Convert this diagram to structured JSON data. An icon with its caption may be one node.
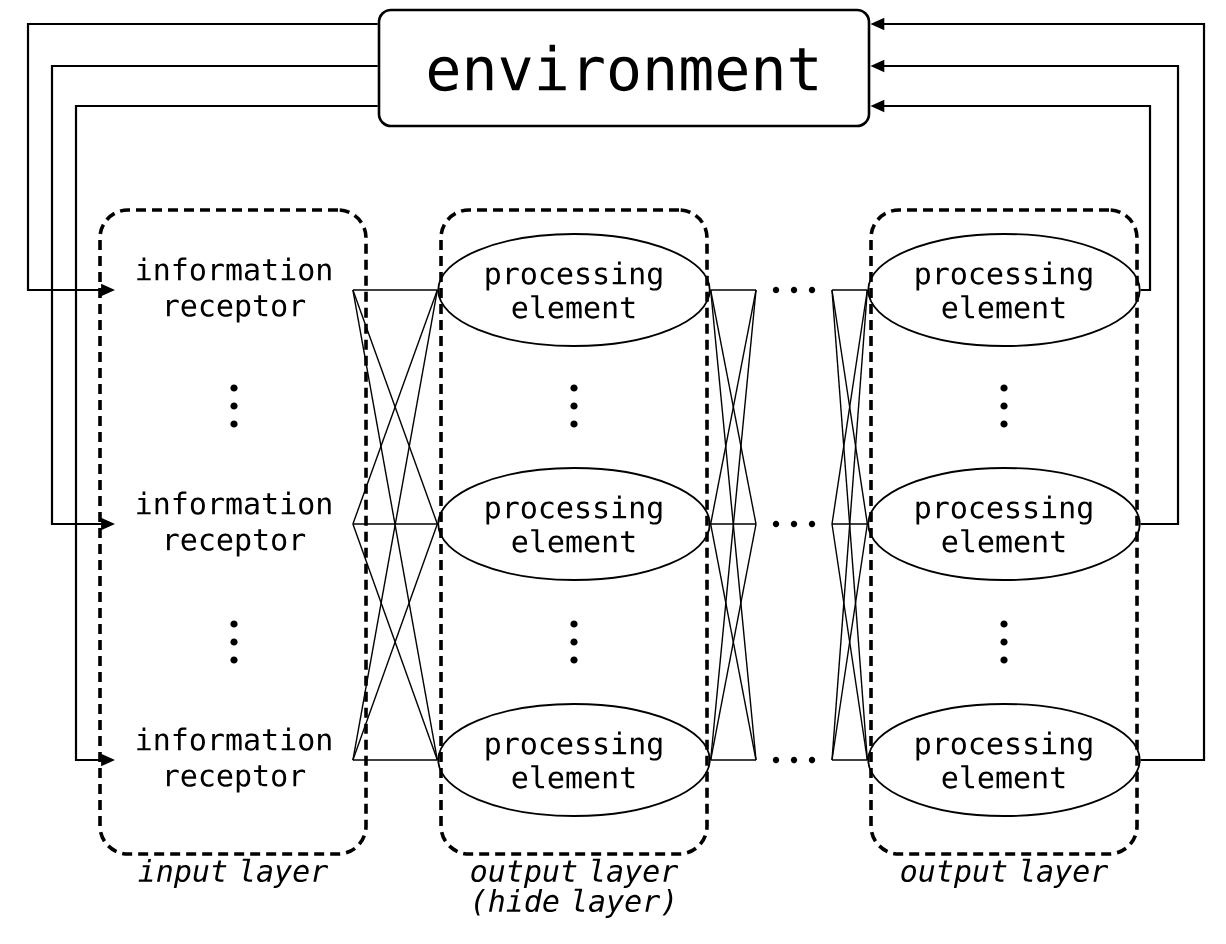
{
  "diagram": {
    "nodes": [
      {
        "text": [
          "environment"
        ]
      },
      {
        "text": [
          "input layer"
        ]
      },
      {
        "text": [
          "information receptor"
        ],
        "in": 1
      },
      {
        "text": [
          "information receptor"
        ],
        "in": 1
      },
      {
        "text": [
          "information receptor"
        ],
        "in": 1
      },
      {
        "text": [
          "output layer (hide layer)"
        ]
      },
      {
        "text": [
          "processing element"
        ],
        "in": 5
      },
      {
        "text": [
          "processing element"
        ],
        "in": 5
      },
      {
        "text": [
          "processing element"
        ],
        "in": 5
      },
      {
        "text": [
          "output layer"
        ]
      },
      {
        "text": [
          "processing element"
        ],
        "in": 9
      },
      {
        "text": [
          "processing element"
        ],
        "in": 9
      },
      {
        "text": [
          "processing element"
        ],
        "in": 9
      }
    ],
    "edges": [
      {
        "from": 0,
        "to": 2,
        "arrow": "to"
      },
      {
        "from": 0,
        "to": 3,
        "arrow": "to"
      },
      {
        "from": 0,
        "to": 4,
        "arrow": "to"
      },
      {
        "from": 2,
        "to": 6,
        "arrow": "none"
      },
      {
        "from": 2,
        "to": 7,
        "arrow": "none"
      },
      {
        "from": 2,
        "to": 8,
        "arrow": "none"
      },
      {
        "from": 3,
        "to": 6,
        "arrow": "none"
      },
      {
        "from": 3,
        "to": 7,
        "arrow": "none"
      },
      {
        "from": 3,
        "to": 8,
        "arrow": "none"
      },
      {
        "from": 4,
        "to": 6,
        "arrow": "none"
      },
      {
        "from": 4,
        "to": 7,
        "arrow": "none"
      },
      {
        "from": 4,
        "to": 8,
        "arrow": "none"
      },
      {
        "from": 6,
        "to": null,
        "arrow": "none"
      },
      {
        "from": 6,
        "to": null,
        "arrow": "none"
      },
      {
        "from": 6,
        "to": null,
        "arrow": "none"
      },
      {
        "from": 7,
        "to": null,
        "arrow": "none"
      },
      {
        "from": 7,
        "to": null,
        "arrow": "none"
      },
      {
        "from": 7,
        "to": null,
        "arrow": "none"
      },
      {
        "from": 8,
        "to": null,
        "arrow": "none"
      },
      {
        "from": 8,
        "to": null,
        "arrow": "none"
      },
      {
        "from": 8,
        "to": null,
        "arrow": "none"
      },
      {
        "from": null,
        "to": 10,
        "arrow": "none"
      },
      {
        "from": null,
        "to": 11,
        "arrow": "none"
      },
      {
        "from": null,
        "to": 12,
        "arrow": "none"
      },
      {
        "from": null,
        "to": 10,
        "arrow": "none"
      },
      {
        "from": null,
        "to": 11,
        "arrow": "none"
      },
      {
        "from": null,
        "to": 12,
        "arrow": "none"
      },
      {
        "from": null,
        "to": 10,
        "arrow": "none"
      },
      {
        "from": null,
        "to": 11,
        "arrow": "none"
      },
      {
        "from": null,
        "to": 12,
        "arrow": "none"
      },
      {
        "from": 10,
        "to": 0,
        "arrow": "to"
      },
      {
        "from": 11,
        "to": 0,
        "arrow": "to"
      },
      {
        "from": 12,
        "to": 0,
        "arrow": "to"
      }
    ]
  }
}
